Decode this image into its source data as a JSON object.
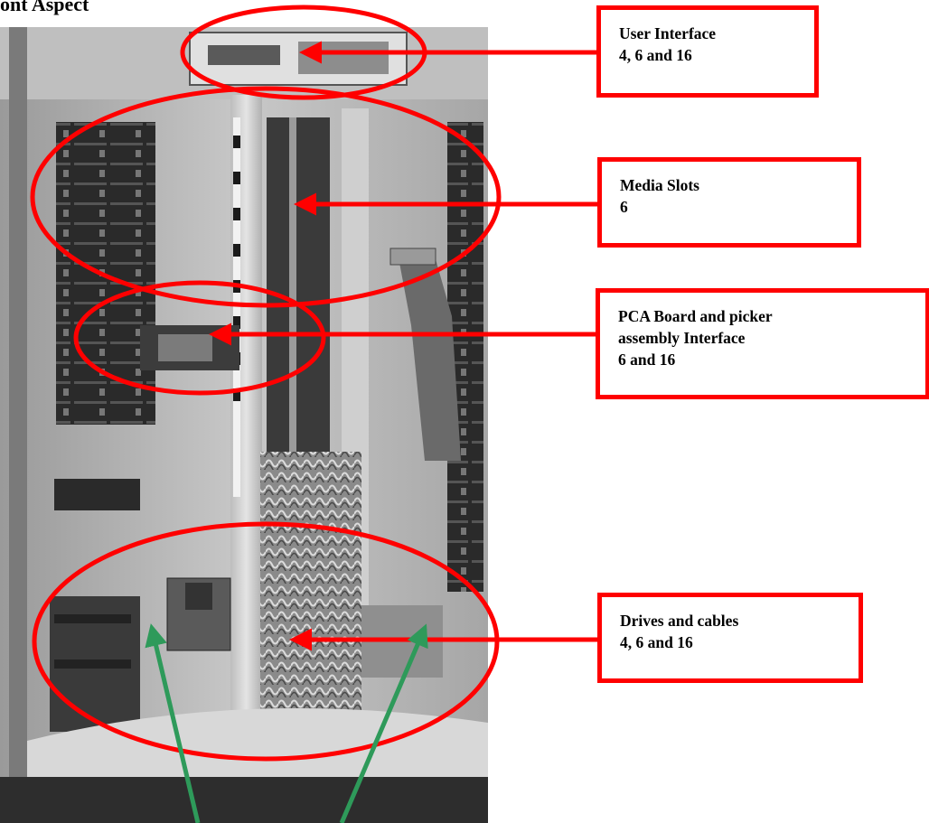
{
  "page": {
    "title": "ont Aspect"
  },
  "callouts": [
    {
      "id": "user-interface",
      "line1": "User Interface",
      "line2": "4, 6 and 16",
      "line3": ""
    },
    {
      "id": "media-slots",
      "line1": "Media Slots",
      "line2": "6",
      "line3": ""
    },
    {
      "id": "pca-board",
      "line1": "PCA Board and picker",
      "line2": "assembly Interface",
      "line3": "6 and 16"
    },
    {
      "id": "drives-cables",
      "line1": "Drives and cables",
      "line2": "4, 6 and 16",
      "line3": ""
    }
  ],
  "colors": {
    "callout_border": "#ff0000",
    "highlight_ellipse": "#ff0000",
    "arrow_red": "#ff0000",
    "arrow_green": "#2e9a5a"
  }
}
